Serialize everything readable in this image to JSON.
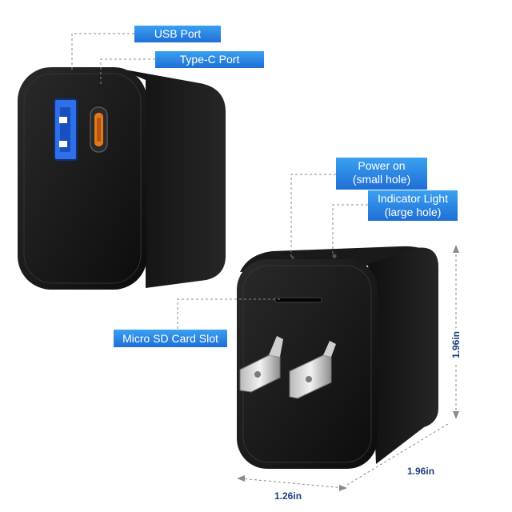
{
  "callouts": {
    "usb_port": "USB Port",
    "type_c_port": "Type-C Port",
    "power_on_line1": "Power on",
    "power_on_line2": "(small hole)",
    "indicator_line1": "Indicator Light",
    "indicator_line2": "(large hole)",
    "micro_sd": "Micro SD Card Slot"
  },
  "dimensions": {
    "height": "1.96in",
    "depth": "1.96in",
    "width": "1.26in"
  },
  "colors": {
    "label_blue": "#1f6fd6",
    "dimension_text": "#1b3f7a",
    "usb_port_blue": "#2f6fe8",
    "type_c_orange": "#e07a1a",
    "body_black": "#161616"
  }
}
